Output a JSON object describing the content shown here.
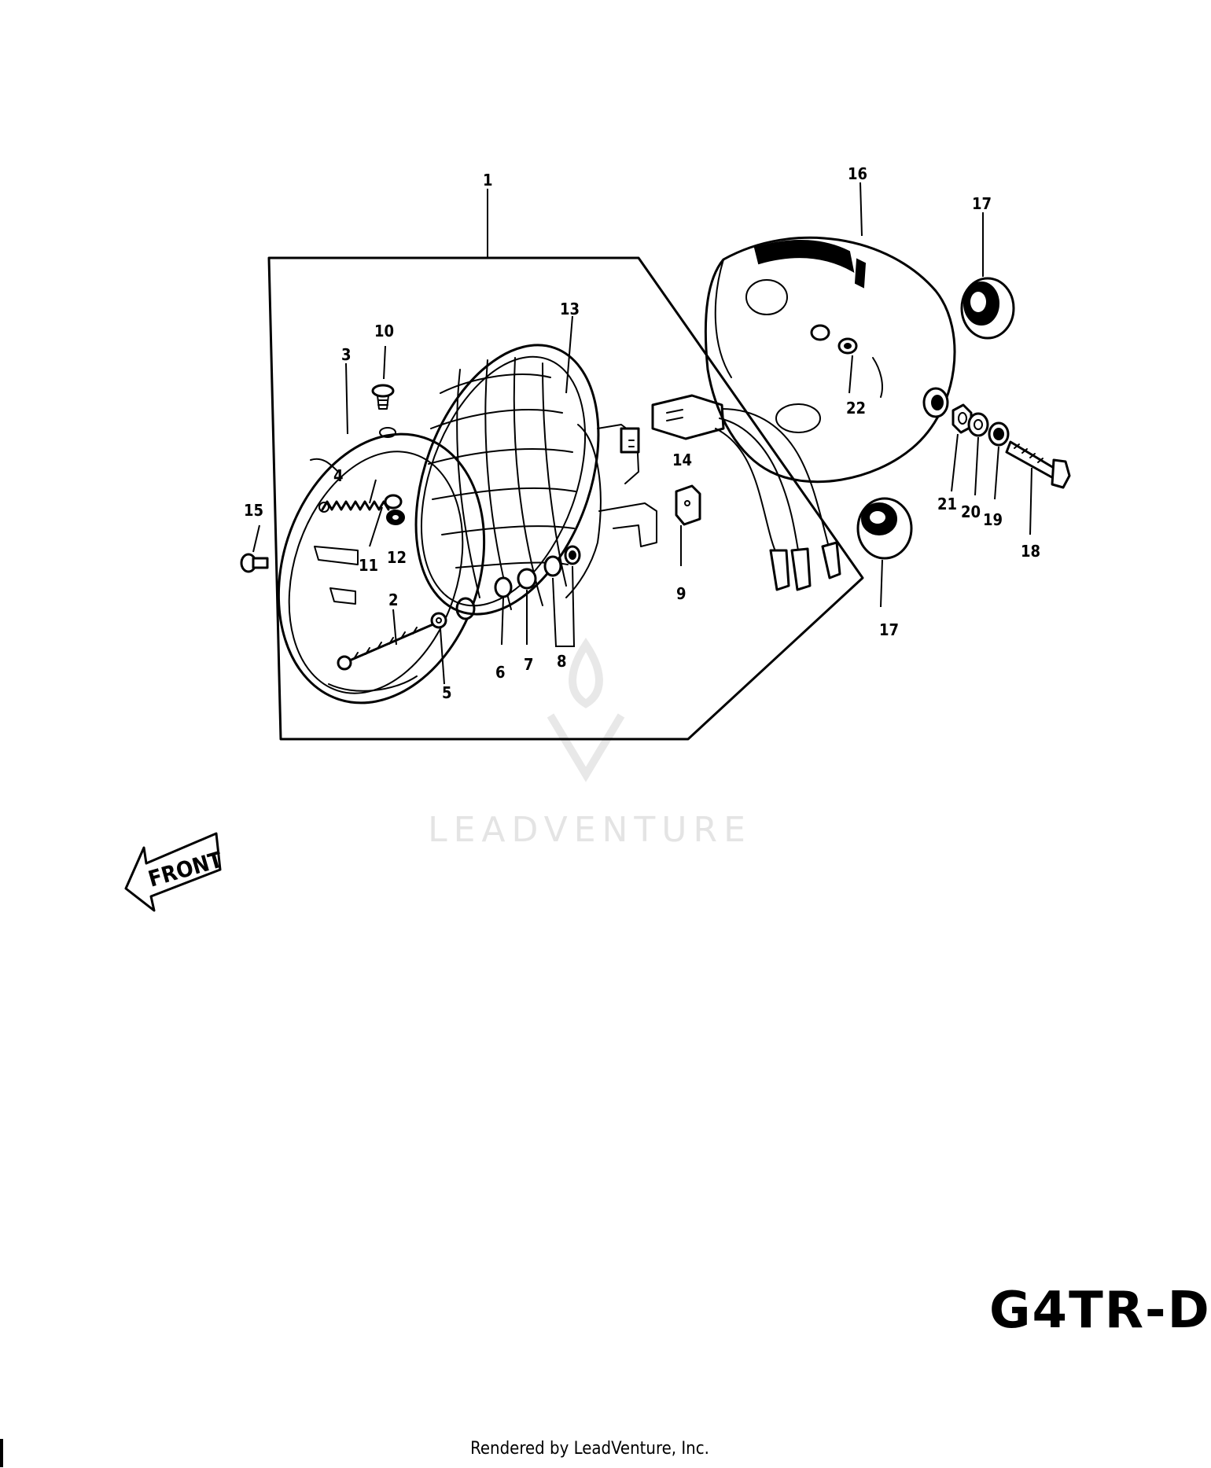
{
  "callouts": {
    "c1": "1",
    "c2": "2",
    "c3": "3",
    "c4": "4",
    "c5": "5",
    "c6": "6",
    "c7": "7",
    "c8": "8",
    "c9": "9",
    "c10": "10",
    "c11": "11",
    "c12": "12",
    "c13": "13",
    "c14": "14",
    "c15": "15",
    "c16": "16",
    "c17a": "17",
    "c17b": "17",
    "c18": "18",
    "c19": "19",
    "c20": "20",
    "c21": "21",
    "c22": "22"
  },
  "front_arrow_label": "FRONT",
  "model_code": "G4TR-D",
  "watermark": "LEADVENTURE",
  "footer": "Rendered by LeadVenture, Inc."
}
